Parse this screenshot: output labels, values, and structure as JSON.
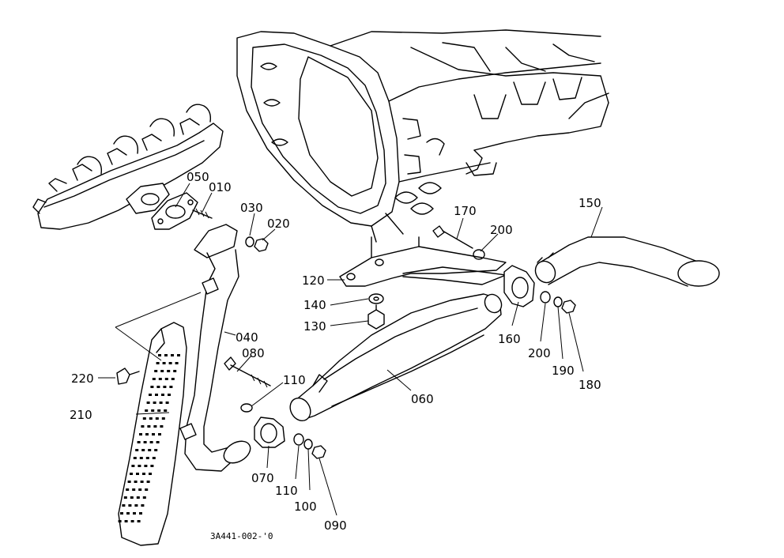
{
  "diagram": {
    "drawing_code": "3A441-002-'0",
    "parts": {
      "p010": "010",
      "p020": "020",
      "p030": "030",
      "p040": "040",
      "p050": "050",
      "p060": "060",
      "p070": "070",
      "p080": "080",
      "p090": "090",
      "p100": "100",
      "p110a": "110",
      "p110b": "110",
      "p120": "120",
      "p130": "130",
      "p140": "140",
      "p150": "150",
      "p160": "160",
      "p170": "170",
      "p180": "180",
      "p190": "190",
      "p200a": "200",
      "p200b": "200",
      "p210": "210",
      "p220": "220"
    }
  }
}
